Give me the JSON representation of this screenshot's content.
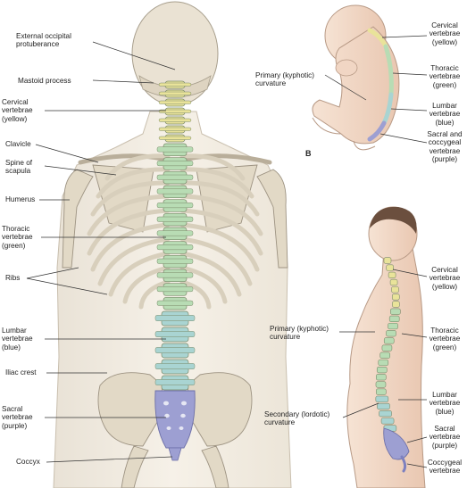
{
  "panel_a": {
    "labels": {
      "occipital": "External occipital\nprotuberance",
      "mastoid": "Mastoid process",
      "cervical": "Cervical\nvertebrae\n(yellow)",
      "clavicle": "Clavicle",
      "spine_scapula": "Spine of\nscapula",
      "humerus": "Humerus",
      "thoracic": "Thoracic\nvertebrae\n(green)",
      "ribs": "Ribs",
      "lumbar": "Lumbar\nvertebrae\n(blue)",
      "iliac": "Iliac crest",
      "sacral": "Sacral\nvertebrae\n(purple)",
      "coccyx": "Coccyx"
    }
  },
  "panel_b": {
    "letter": "B",
    "labels": {
      "primary": "Primary (kyphotic)\ncurvature",
      "cervical": "Cervical\nvertebrae\n(yellow)",
      "thoracic": "Thoracic\nvertebrae\n(green)",
      "lumbar": "Lumbar\nvertebrae\n(blue)",
      "sacral": "Sacral and\ncoccygeal\nvertebrae\n(purple)"
    }
  },
  "panel_c": {
    "labels": {
      "cervical": "Cervical\nvertebrae\n(yellow)",
      "primary": "Primary (kyphotic)\ncurvature",
      "thoracic": "Thoracic\nvertebrae\n(green)",
      "secondary": "Secondary (lordotic)\ncurvature",
      "lumbar": "Lumbar\nvertebrae\n(blue)",
      "sacral": "Sacral\nvertebrae\n(purple)",
      "coccygeal": "Coccygeal\nvertebrae"
    }
  },
  "colors": {
    "cervical": "#e9e39a",
    "thoracic": "#b8dcb4",
    "lumbar": "#a9d4d2",
    "sacral": "#9d9fd2",
    "bone": "#e8e1d2",
    "skin": "#f3dccb"
  }
}
